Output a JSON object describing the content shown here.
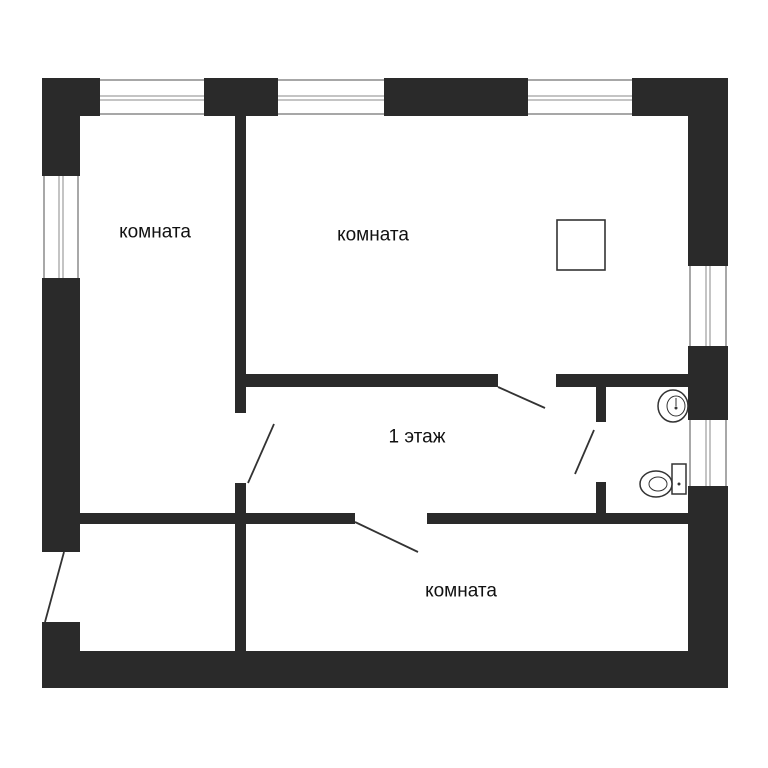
{
  "colors": {
    "wall": "#2a2a2a",
    "floor": "#ffffff",
    "window_frame": "#8a8a8a",
    "line": "#333333"
  },
  "rooms": {
    "room_left": {
      "label": "комната"
    },
    "room_top": {
      "label": "комната"
    },
    "hallway": {
      "label": "1 этаж"
    },
    "room_bottom": {
      "label": "комната"
    }
  },
  "fixtures": [
    "sink-icon",
    "toilet-icon",
    "square-fixture-icon"
  ]
}
